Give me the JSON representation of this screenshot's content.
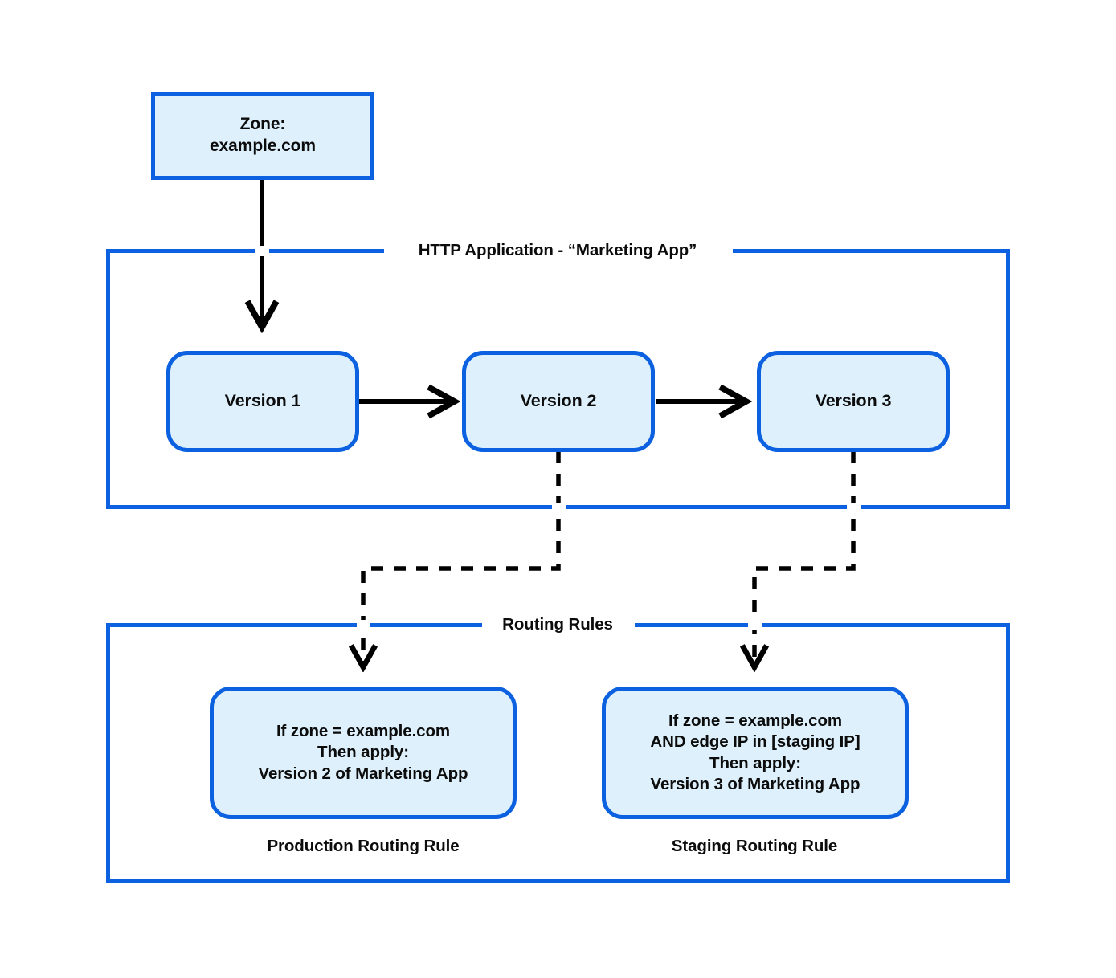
{
  "diagram": {
    "title": "Cloudflare HTTP Application versions and routing rules",
    "colors": {
      "accent_blue": "#0b61e0",
      "node_fill": "#ddf0fb",
      "text": "#0c0c0c",
      "wire": "#000000",
      "background": "#ffffff"
    }
  },
  "zone": {
    "label": "Zone:\nexample.com"
  },
  "http_application": {
    "group_label": "HTTP Application - “Marketing App”",
    "versions": [
      {
        "label": "Version 1"
      },
      {
        "label": "Version 2"
      },
      {
        "label": "Version 3"
      }
    ]
  },
  "routing_rules": {
    "group_label": "Routing Rules",
    "rules": [
      {
        "body": "If zone = example.com\nThen apply:\nVersion 2 of Marketing App",
        "caption": "Production Routing Rule"
      },
      {
        "body": "If zone = example.com\nAND edge IP in [staging IP]\nThen apply:\nVersion 3 of Marketing App",
        "caption": "Staging Routing Rule"
      }
    ]
  },
  "connectors": [
    {
      "name": "zone-to-version-1",
      "style": "solid",
      "arrow": "down"
    },
    {
      "name": "version-1-to-version-2",
      "style": "solid",
      "arrow": "right"
    },
    {
      "name": "version-2-to-version-3",
      "style": "solid",
      "arrow": "right"
    },
    {
      "name": "version-2-to-production-rule",
      "style": "dashed",
      "arrow": "down"
    },
    {
      "name": "version-3-to-staging-rule",
      "style": "dashed",
      "arrow": "down"
    }
  ]
}
